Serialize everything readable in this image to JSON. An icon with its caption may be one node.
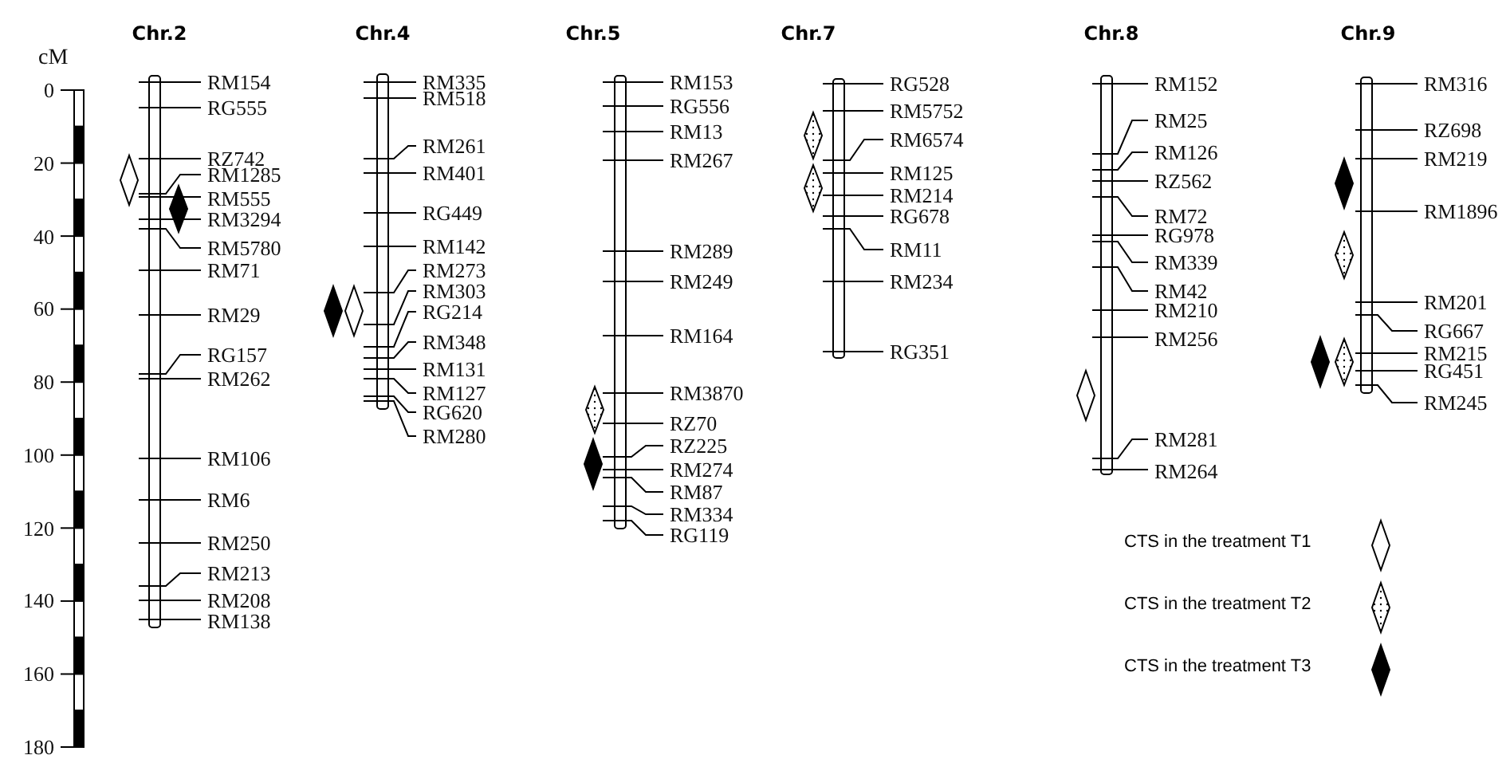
{
  "diagram": {
    "nodes": [
      {
        "text": [
          "Chr.2"
        ],
        "beside": [
          "RM154",
          "RG555",
          "RZ742",
          "RM1285",
          "RM555",
          "RM3294",
          "RM5780",
          "RM71",
          "RM29",
          "RG157",
          "RM262",
          "RM106",
          "RM6",
          "RM250",
          "RM213",
          "RM208",
          "RM138"
        ]
      },
      {
        "text": [
          "Chr.4"
        ],
        "beside": [
          "RM335",
          "RM518",
          "RM261",
          "RM401",
          "RG449",
          "RM142",
          "RM273",
          "RM303",
          "RG214",
          "RM348",
          "RM131",
          "RM127",
          "RG620",
          "RM280"
        ]
      },
      {
        "text": [
          "Chr.5"
        ],
        "beside": [
          "RM153",
          "RG556",
          "RM13",
          "RM267",
          "RM289",
          "RM249",
          "RM164",
          "RM3870",
          "RZ70",
          "RZ225",
          "RM274",
          "RM87",
          "RM334",
          "RG119"
        ]
      },
      {
        "text": [
          "Chr.7"
        ],
        "beside": [
          "RG528",
          "RM5752",
          "RM6574",
          "RM125",
          "RM214",
          "RG678",
          "RM11",
          "RM234",
          "RG351"
        ]
      },
      {
        "text": [
          "Chr.8"
        ],
        "beside": [
          "RM152",
          "RM25",
          "RM126",
          "RZ562",
          "RM72",
          "RG978",
          "RM339",
          "RM42",
          "RM210",
          "RM256",
          "RM281",
          "RM264"
        ]
      },
      {
        "text": [
          "Chr.9"
        ],
        "beside": [
          "RM316",
          "RZ698",
          "RM219",
          "RM1896",
          "RM201",
          "RG667",
          "RM215",
          "RG451",
          "RM245"
        ]
      }
    ],
    "edges": [],
    "labels": [
      "cM",
      "0",
      "20",
      "40",
      "60",
      "80",
      "100",
      "120",
      "140",
      "160",
      "180"
    ],
    "legend": [
      {
        "text": "CTS in the treatment T1"
      },
      {
        "text": "CTS in the treatment T2"
      },
      {
        "text": "CTS in the treatment T3"
      }
    ]
  }
}
